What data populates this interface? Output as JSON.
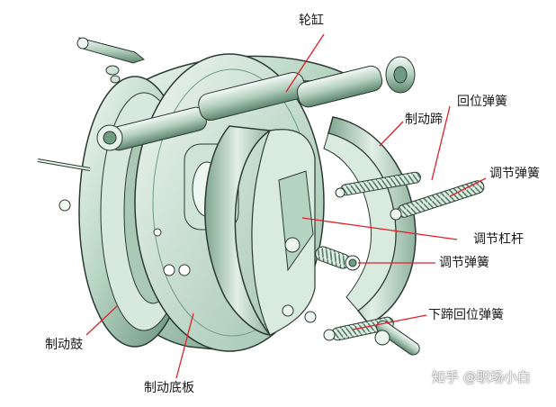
{
  "labels": {
    "wheel_cylinder": "轮缸",
    "return_spring": "回位弹簧",
    "brake_shoe": "制动蹄",
    "adjust_spring_right": "调节弹簧",
    "adjust_lever": "调节杠杆",
    "adjust_spring_center": "调节弹簧",
    "lower_return_spring": "下蹄回位弹簧",
    "brake_drum": "制动鼓",
    "backing_plate": "制动底板"
  },
  "watermark": "知乎 @职场小白",
  "colors": {
    "metal_light": "#e6f1ea",
    "metal_mid": "#b5d3c1",
    "metal_dark": "#6f9b82",
    "leader_line": "#e0202a",
    "outline": "#2b3a32"
  }
}
